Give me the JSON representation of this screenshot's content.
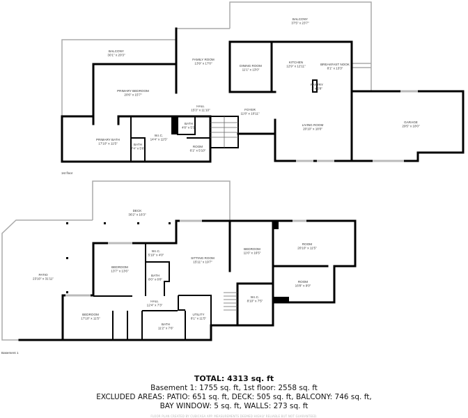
{
  "first_floor": {
    "label": "1st floor",
    "rooms": [
      {
        "name": "BALCONY",
        "dims": "30'1\" x 20'3\""
      },
      {
        "name": "FAMILY ROOM",
        "dims": "13'9\" x 17'0\""
      },
      {
        "name": "DINING ROOM",
        "dims": "11'1\" x 13'0\""
      },
      {
        "name": "KITCHEN",
        "dims": "12'9\" x 12'11\""
      },
      {
        "name": "BREAKFAST NOOK",
        "dims": "8'1\" x 13'3\""
      },
      {
        "name": "PANTRY",
        "dims": "1' x 2'8\""
      },
      {
        "name": "BALCONY",
        "dims": "37'5\" x 23'7\""
      },
      {
        "name": "PRIMARY BEDROOM",
        "dims": "20'6\" x 15'7\""
      },
      {
        "name": "HALL",
        "dims": "15'3\" x 11'10\""
      },
      {
        "name": "FOYER",
        "dims": "11'8\" x 10'11\""
      },
      {
        "name": "LIVING ROOM",
        "dims": "20'10\" x 18'0\""
      },
      {
        "name": "GARAGE",
        "dims": "29'5\" x 18'0\""
      },
      {
        "name": "BATH",
        "dims": "4'8\" x 5'3\""
      },
      {
        "name": "W.I.C.",
        "dims": "14'4\" x 11'5\""
      },
      {
        "name": "PRIMARY BATH",
        "dims": "17'10\" x 11'5\""
      },
      {
        "name": "BATH",
        "dims": "7'4\" x 5'6\""
      },
      {
        "name": "ROOM",
        "dims": "6'1\" x 5'10\""
      }
    ]
  },
  "basement": {
    "label": "Basement 1",
    "rooms": [
      {
        "name": "DECK",
        "dims": "36'2\" x 16'3\""
      },
      {
        "name": "PATIO",
        "dims": "23'10\" x 31'11\""
      },
      {
        "name": "BEDROOM",
        "dims": "13'7\" x 13'6\""
      },
      {
        "name": "W.I.C.",
        "dims": "5'10\" x 4'0\""
      },
      {
        "name": "BATH",
        "dims": "8'0\" x 8'8\""
      },
      {
        "name": "SITTING ROOM",
        "dims": "15'11\" x 19'7\""
      },
      {
        "name": "BEDROOM",
        "dims": "11'6\" x 16'5\""
      },
      {
        "name": "ROOM",
        "dims": "20'10\" x 11'5\""
      },
      {
        "name": "ROOM",
        "dims": "16'8\" x 9'0\""
      },
      {
        "name": "W.I.C.",
        "dims": "8'10\" x 7'5\""
      },
      {
        "name": "HALL",
        "dims": "12'4\" x 7'3\""
      },
      {
        "name": "BEDROOM",
        "dims": "17'10\" x 11'5\""
      },
      {
        "name": "BATH",
        "dims": "11'2\" x 7'6\""
      },
      {
        "name": "UTILITY",
        "dims": "8'1\" x 11'5\""
      }
    ]
  },
  "summary": {
    "total": "TOTAL: 4313 sq. ft",
    "floors": "Basement 1: 1755 sq. ft, 1st floor: 2558 sq. ft",
    "excluded_1": "EXCLUDED AREAS: PATIO: 651 sq. ft, DECK: 505 sq. ft, BALCONY: 746 sq. ft,",
    "excluded_2": "BAY WINDOW: 5 sq. ft, WALLS: 273 sq. ft",
    "credit": "FLOOR PLAN CREATED BY CUBICASA APP. MEASUREMENTS DEEMED HIGHLY RELIABLE BUT NOT GUARANTEED."
  }
}
